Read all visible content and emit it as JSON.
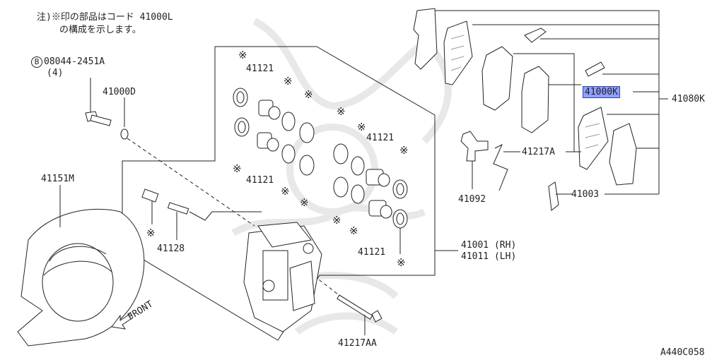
{
  "note": {
    "line1": "注)※印の部品はコード 41000L",
    "line2": "の構成を示します。"
  },
  "code": "A440C058",
  "front_label": "FRONT",
  "asterisk": "※",
  "bolt": {
    "circle": "B",
    "part": "08044-2451A",
    "qty": "(4)"
  },
  "labels": {
    "p41000D": "41000D",
    "p41151M": "41151M",
    "p41128": "41128",
    "p41121_a": "41121",
    "p41121_b": "41121",
    "p41121_c": "41121",
    "p41121_d": "41121",
    "p41001": "41001 (RH)",
    "p41011": "41011 (LH)",
    "p41217AA": "41217AA",
    "p41092": "41092",
    "p41217A": "41217A",
    "p41003": "41003",
    "p41000K": "41000K",
    "p41080K": "41080K"
  }
}
